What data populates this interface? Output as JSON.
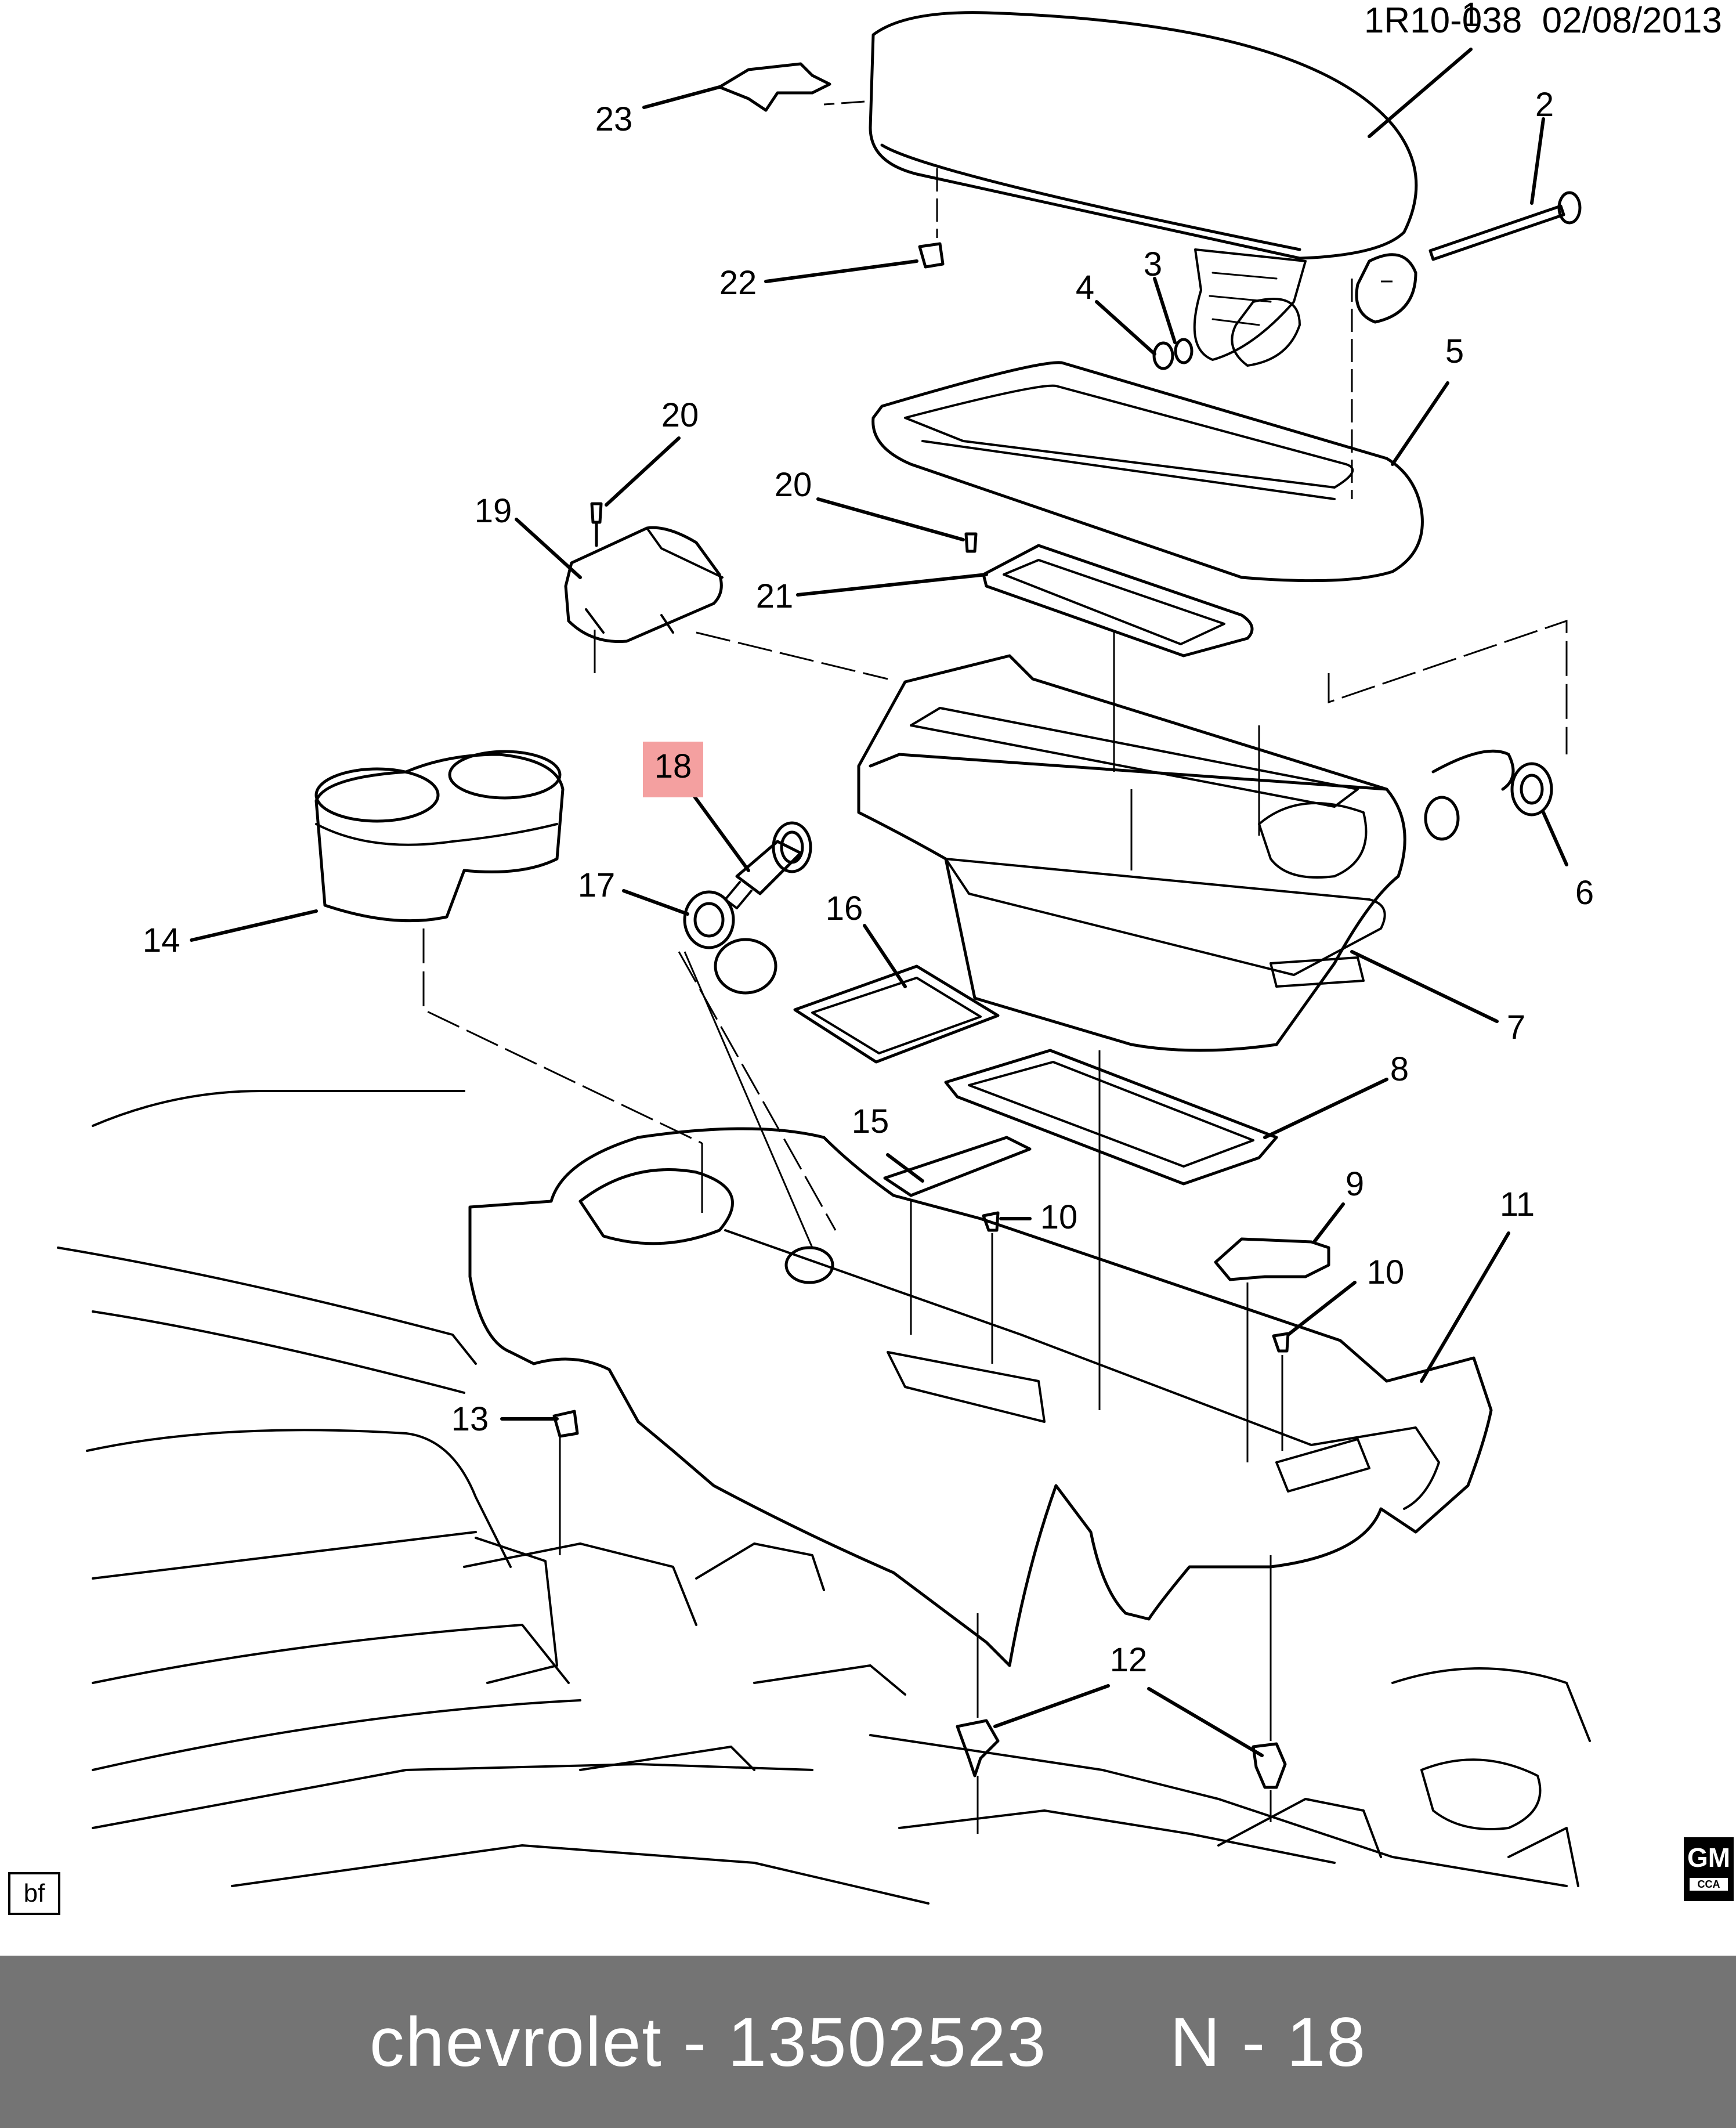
{
  "header": {
    "code": "1R10-038  02/08/2013"
  },
  "footer": {
    "text": "chevrolet - 13502523      N - 18"
  },
  "corner": {
    "bf_label": "bf",
    "logo_text": "GM"
  },
  "highlight_color": "#f4a0a0",
  "callouts": [
    {
      "label": "1",
      "highlighted": false
    },
    {
      "label": "2",
      "highlighted": false
    },
    {
      "label": "3",
      "highlighted": false
    },
    {
      "label": "4",
      "highlighted": false
    },
    {
      "label": "5",
      "highlighted": false
    },
    {
      "label": "6",
      "highlighted": false
    },
    {
      "label": "7",
      "highlighted": false
    },
    {
      "label": "8",
      "highlighted": false
    },
    {
      "label": "9",
      "highlighted": false
    },
    {
      "label": "10",
      "highlighted": false
    },
    {
      "label": "10",
      "highlighted": false
    },
    {
      "label": "11",
      "highlighted": false
    },
    {
      "label": "12",
      "highlighted": false
    },
    {
      "label": "13",
      "highlighted": false
    },
    {
      "label": "14",
      "highlighted": false
    },
    {
      "label": "15",
      "highlighted": false
    },
    {
      "label": "16",
      "highlighted": false
    },
    {
      "label": "17",
      "highlighted": false
    },
    {
      "label": "18",
      "highlighted": true
    },
    {
      "label": "19",
      "highlighted": false
    },
    {
      "label": "20",
      "highlighted": false
    },
    {
      "label": "20",
      "highlighted": false
    },
    {
      "label": "21",
      "highlighted": false
    },
    {
      "label": "22",
      "highlighted": false
    },
    {
      "label": "23",
      "highlighted": false
    }
  ]
}
